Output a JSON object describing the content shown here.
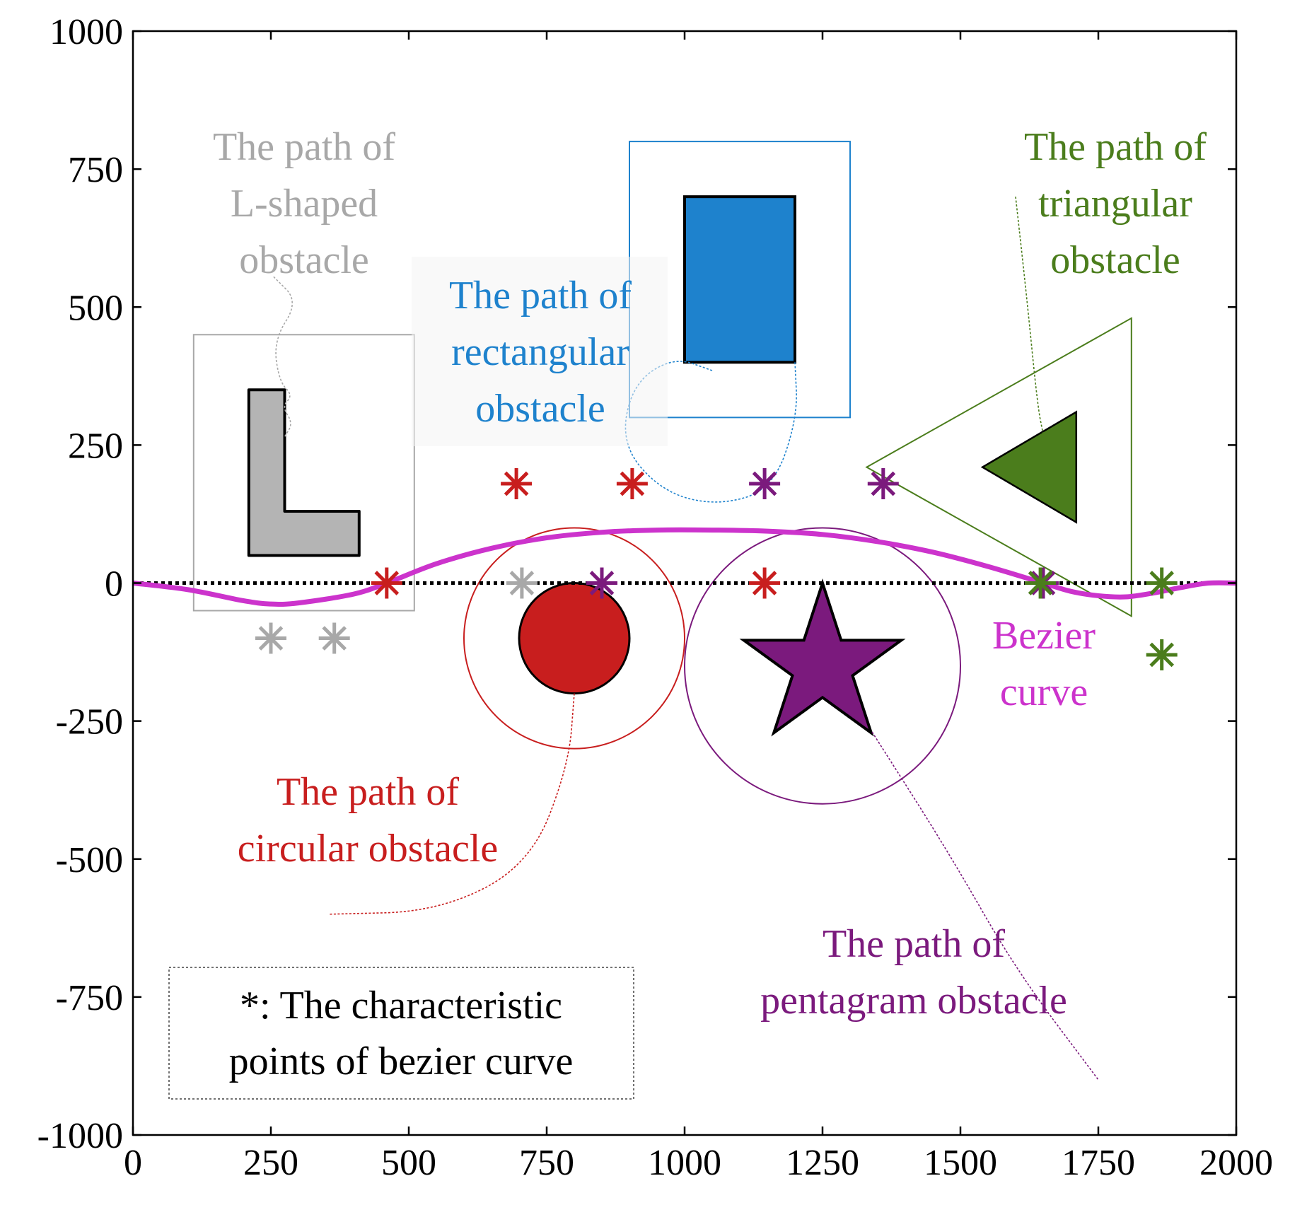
{
  "chart_data": {
    "type": "scatter",
    "xlim": [
      0,
      2000
    ],
    "ylim": [
      -1000,
      1000
    ],
    "xticks": [
      "0",
      "250",
      "500",
      "750",
      "1000",
      "1250",
      "1500",
      "1750",
      "2000"
    ],
    "yticks": [
      "1000",
      "750",
      "500",
      "250",
      "0",
      "-250",
      "-500",
      "-750",
      "-1000"
    ],
    "grid": false,
    "colors": {
      "l_shape": "#a8a8a8",
      "circle": "#c81e1e",
      "rectangle": "#1e82cd",
      "pentagram": "#7b1a7d",
      "triangle": "#4b7d1c",
      "bezier": "#cc33cc"
    },
    "baseline": {
      "y": 0,
      "style": "dotted"
    },
    "bezier_curve": {
      "label": [
        "Bezier",
        "curve"
      ],
      "points": [
        [
          0,
          0
        ],
        [
          100,
          -12
        ],
        [
          200,
          -32
        ],
        [
          250,
          -38
        ],
        [
          300,
          -36
        ],
        [
          400,
          -20
        ],
        [
          460,
          0
        ],
        [
          550,
          35
        ],
        [
          650,
          63
        ],
        [
          750,
          82
        ],
        [
          850,
          92
        ],
        [
          950,
          96
        ],
        [
          1050,
          96
        ],
        [
          1150,
          94
        ],
        [
          1250,
          88
        ],
        [
          1350,
          75
        ],
        [
          1450,
          56
        ],
        [
          1550,
          30
        ],
        [
          1650,
          0
        ],
        [
          1700,
          -15
        ],
        [
          1750,
          -23
        ],
        [
          1800,
          -25
        ],
        [
          1850,
          -18
        ],
        [
          1900,
          -8
        ],
        [
          1950,
          0
        ],
        [
          2000,
          0
        ]
      ]
    },
    "obstacles": [
      {
        "name": "L-shaped obstacle",
        "shape": "L",
        "polygon": [
          [
            210,
            350
          ],
          [
            275,
            350
          ],
          [
            275,
            130
          ],
          [
            410,
            130
          ],
          [
            410,
            50
          ],
          [
            210,
            50
          ]
        ],
        "bounding_box": {
          "x": [
            110,
            510
          ],
          "y": [
            -50,
            450
          ]
        },
        "path_label": [
          "The path of",
          "L-shaped",
          "obstacle"
        ],
        "characteristic_points": [
          [
            250,
            -100
          ],
          [
            365,
            -100
          ],
          [
            705,
            0
          ]
        ]
      },
      {
        "name": "circular obstacle",
        "shape": "circle",
        "center": [
          800,
          -100
        ],
        "radius": 100,
        "safety_radius": 200,
        "path_label": [
          "The path of",
          "circular obstacle"
        ],
        "characteristic_points": [
          [
            460,
            0
          ],
          [
            695,
            180
          ],
          [
            905,
            180
          ],
          [
            1145,
            0
          ]
        ]
      },
      {
        "name": "rectangular obstacle",
        "shape": "rectangle",
        "rect": {
          "x": [
            1000,
            1200
          ],
          "y": [
            400,
            700
          ]
        },
        "bounding_box": {
          "x": [
            900,
            1300
          ],
          "y": [
            300,
            800
          ]
        },
        "path_label": [
          "The path of",
          "rectangular",
          "obstacle"
        ],
        "characteristic_points": []
      },
      {
        "name": "pentagram obstacle",
        "shape": "star",
        "center": [
          1250,
          -150
        ],
        "outer_radius": 150,
        "safety_radius": 250,
        "path_label": [
          "The path of",
          "pentagram obstacle"
        ],
        "characteristic_points": [
          [
            850,
            0
          ],
          [
            1145,
            180
          ],
          [
            1360,
            180
          ],
          [
            1650,
            0
          ]
        ]
      },
      {
        "name": "triangular obstacle",
        "shape": "triangle",
        "polygon": [
          [
            1540,
            210
          ],
          [
            1710,
            310
          ],
          [
            1710,
            110
          ]
        ],
        "bounding_triangle": [
          [
            1330,
            210
          ],
          [
            1810,
            480
          ],
          [
            1810,
            -60
          ]
        ],
        "path_label": [
          "The path of",
          "triangular",
          "obstacle"
        ],
        "characteristic_points": [
          [
            1645,
            0
          ],
          [
            1865,
            0
          ],
          [
            1865,
            -130
          ]
        ]
      }
    ],
    "legend": [
      "*: The characteristic",
      "points of bezier curve"
    ]
  }
}
